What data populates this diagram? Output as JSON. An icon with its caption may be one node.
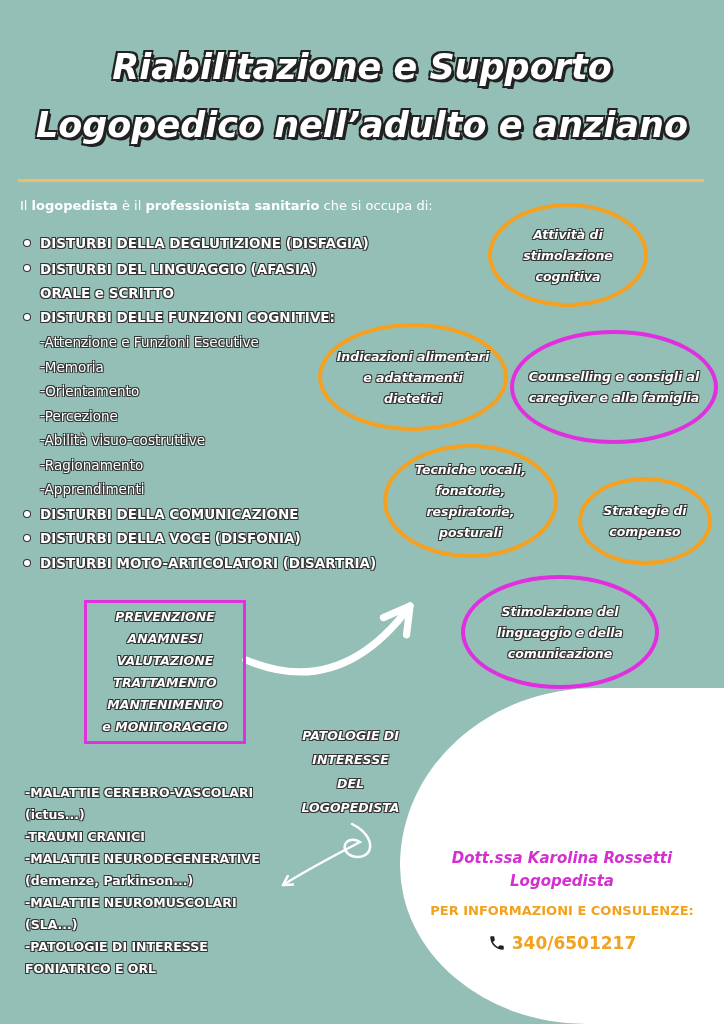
{
  "diagram": {
    "title": "Riabilitazione e Supporto Logopedico nell’adulto e anziano",
    "nodes": [
      {
        "text": [
          "PREVENZIONE ANAMNESI VALUTAZIONE TRATTAMENTO MANTENIMENTO e MONITORAGGIO"
        ]
      },
      {
        "text": [
          "Attività di stimolazione cognitiva"
        ]
      },
      {
        "text": [
          "Indicazioni alimentari e adattamenti dietetici"
        ]
      },
      {
        "text": [
          "Counselling e consigli al caregiver e alla famiglia"
        ]
      },
      {
        "text": [
          "Tecniche vocali, fonatorie, respiratorie, posturali"
        ]
      },
      {
        "text": [
          "Strategie di compenso"
        ]
      },
      {
        "text": [
          "Stimolazione del linguaggio e della comunicazione"
        ]
      },
      {
        "text": [
          "PATOLOGIE DI INTERESSE DEL LOGOPEDISTA"
        ]
      },
      {
        "text": [
          "-MALATTIE CEREBRO-VASCOLARI (ictus...)",
          "-TRAUMI CRANICI",
          "-MALATTIE NEURODEGENERATIVE (demenze, Parkinson...)",
          "-MALATTIE NEUROMUSCOLARI (SLA...)",
          "-PATOLOGIE DI INTERESSE FONIATRICO E ORL"
        ]
      },
      {
        "text": [
          "Dott.ssa Karolina Rossetti",
          "Logopedista",
          "PER INFORMAZIONI E CONSULENZE:",
          "340/6501217"
        ]
      }
    ],
    "edges": [
      {
        "from": 0,
        "to": null,
        "arrow": "to",
        "style": "thick"
      },
      {
        "from": 7,
        "to": 8,
        "arrow": "to"
      }
    ],
    "labels": [
      "Il **logopedista** è il **professionista sanitario** che si occupa di:",
      "DISTURBI DELLA DEGLUTIZIONE (DISFAGIA)",
      "DISTURBI DEL LINGUAGGIO (AFASIA) ORALE e SCRITTO",
      "DISTURBI DELLE FUNZIONI COGNITIVE:",
      "-Attenzione e Funzioni Esecutive",
      "-Memoria",
      "-Orientamento",
      "-Percezione",
      "-Abilità visuo-costruttive",
      "-Ragionamento",
      "-Apprendimenti",
      "DISTURBI DELLA COMUNICAZIONE",
      "DISTURBI DELLA VOCE (DISFONIA)",
      "DISTURBI MOTO-ARTICOLATORI (DISARTRIA)"
    ]
  }
}
